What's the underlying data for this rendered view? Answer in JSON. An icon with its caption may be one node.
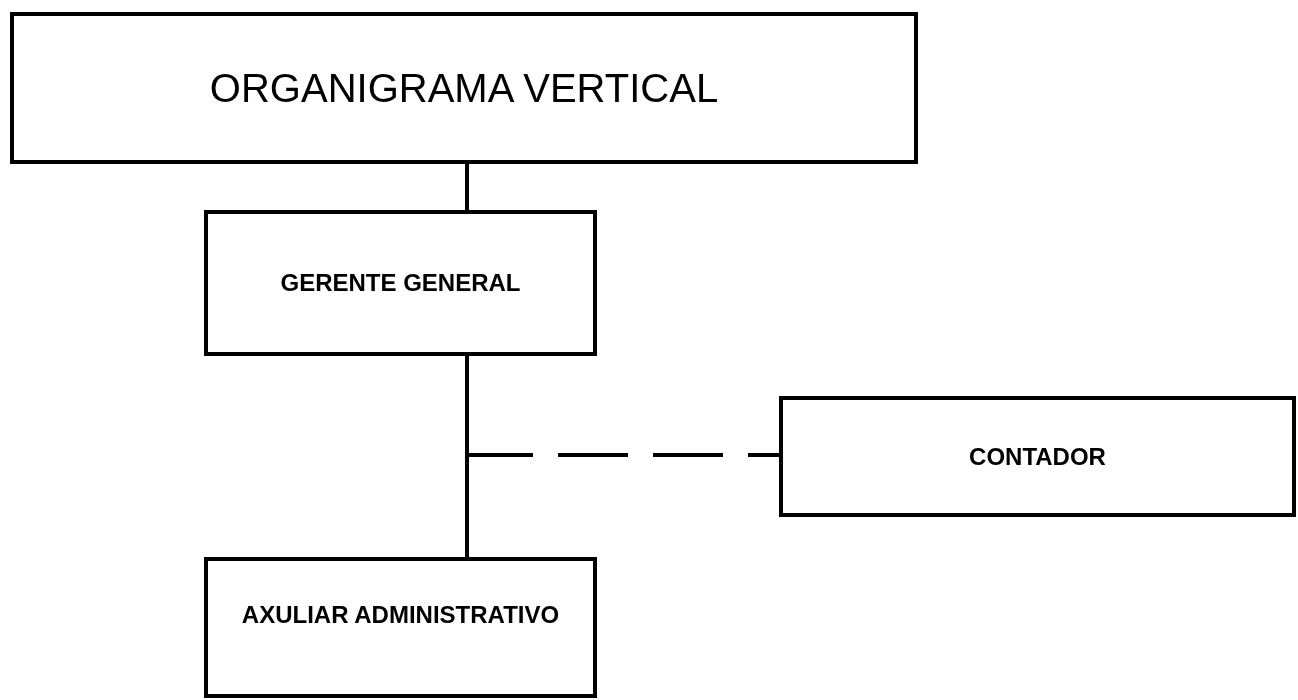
{
  "diagram": {
    "nodes": [
      {
        "text": [
          "ORGANIGRAMA VERTICAL"
        ]
      },
      {
        "text": [
          "GERENTE GENERAL"
        ]
      },
      {
        "text": [
          "CONTADOR"
        ]
      },
      {
        "text": [
          "AXULIAR ADMINISTRATIVO"
        ]
      }
    ],
    "edges": [
      {
        "from": 0,
        "to": 1,
        "arrow": "none"
      },
      {
        "from": 1,
        "to": 3,
        "arrow": "none"
      },
      {
        "from": 1,
        "to": 2,
        "arrow": "none",
        "style": "dashed"
      }
    ]
  }
}
